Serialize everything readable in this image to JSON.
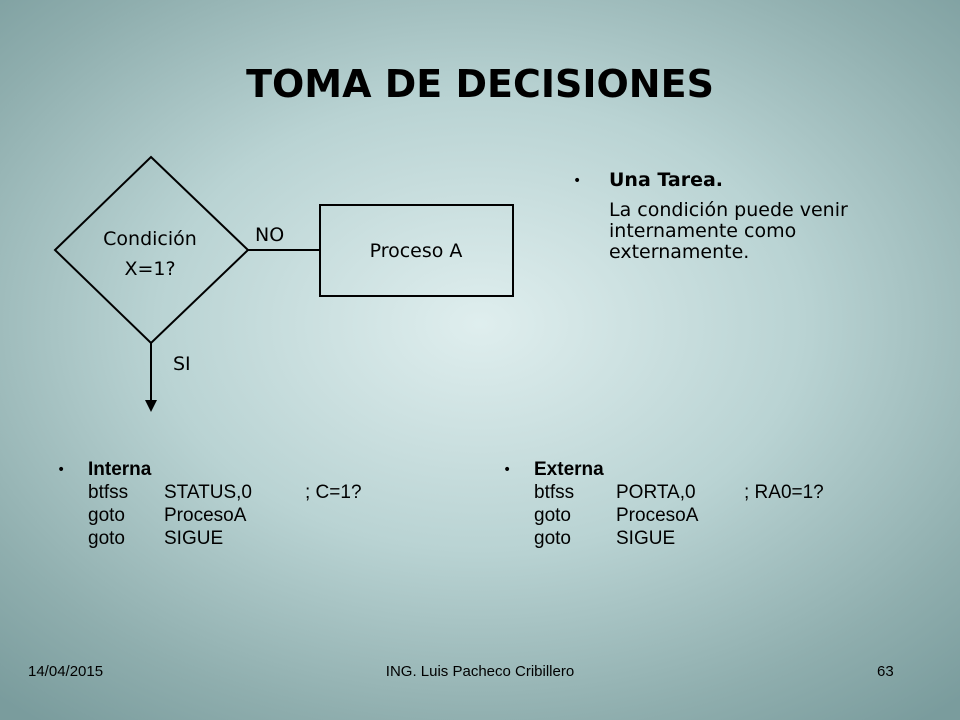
{
  "slide": {
    "title": "TOMA DE DECISIONES",
    "diagram": {
      "decision_line1": "Condición",
      "decision_line2": "X=1?",
      "no_label": "NO",
      "yes_label": "SI",
      "process_label": "Proceso A"
    },
    "right_bullet": {
      "heading": "Una Tarea.",
      "text_lines": [
        "La condición puede venir",
        "internamente como",
        "externamente."
      ]
    },
    "interna": {
      "heading": "Interna",
      "lines": [
        {
          "op": "btfss",
          "arg": "STATUS,0",
          "comment": "; C=1?"
        },
        {
          "op": "goto",
          "arg": "ProcesoA",
          "comment": ""
        },
        {
          "op": "goto",
          "arg": "SIGUE",
          "comment": ""
        }
      ]
    },
    "externa": {
      "heading": "Externa",
      "lines": [
        {
          "op": "btfss",
          "arg": "PORTA,0",
          "comment": "; RA0=1?"
        },
        {
          "op": "goto",
          "arg": "ProcesoA",
          "comment": ""
        },
        {
          "op": "goto",
          "arg": "SIGUE",
          "comment": ""
        }
      ]
    },
    "footer": {
      "date": "14/04/2015",
      "author": "ING. Luis Pacheco Cribillero",
      "page": "63"
    }
  }
}
